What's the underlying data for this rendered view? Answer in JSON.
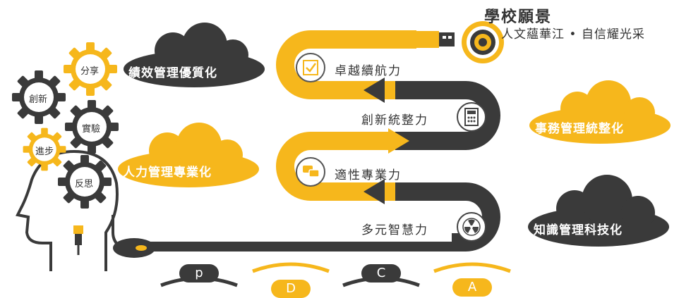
{
  "vision": {
    "title": "學校願景",
    "subtitle": "人文蘊華江 • 自信耀光采"
  },
  "steps": [
    {
      "label": "卓越續航力",
      "icon": "checkbox-icon"
    },
    {
      "label": "創新統整力",
      "icon": "calculator-icon"
    },
    {
      "label": "適性專業力",
      "icon": "chat-bubbles-icon"
    },
    {
      "label": "多元智慧力",
      "icon": "radiation-icon"
    }
  ],
  "clouds": {
    "performance": "績效管理優質化",
    "admin": "事務管理統整化",
    "hr": "人力管理專業化",
    "knowledge": "知識管理科技化"
  },
  "gears": [
    "分享",
    "創新",
    "實驗",
    "進步",
    "反思"
  ],
  "pdca": [
    "p",
    "D",
    "C",
    "A"
  ],
  "colors": {
    "yellow": "#f6b71c",
    "dark": "#3a3a3a",
    "gray_track": "#4a4a4a"
  }
}
